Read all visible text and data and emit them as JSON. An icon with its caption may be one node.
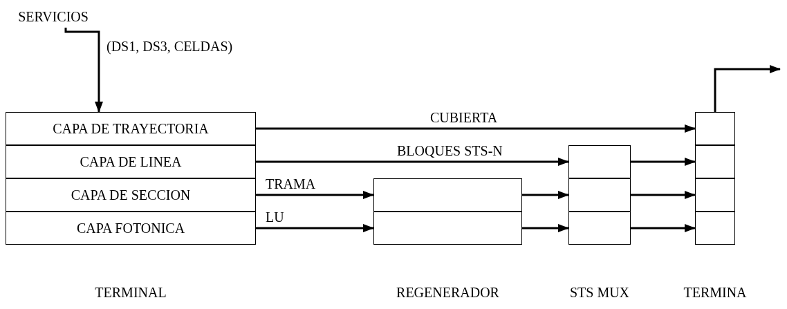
{
  "diagram": {
    "nodes": [
      {
        "text": [],
        "shape": "box",
        "beside": [
          "TERMINAL"
        ]
      },
      {
        "text": [
          "CAPA DE TRAYECTORIA"
        ],
        "in": 0
      },
      {
        "text": [
          "CAPA DE LINEA"
        ],
        "in": 0
      },
      {
        "text": [
          "CAPA DE SECCION"
        ],
        "in": 0
      },
      {
        "text": [
          "CAPA FOTONICA"
        ],
        "in": 0
      },
      {
        "text": [],
        "shape": "box",
        "beside": [
          "REGENERADOR"
        ]
      },
      {
        "text": [],
        "shape": "box",
        "in": 5
      },
      {
        "text": [],
        "shape": "box",
        "in": 5
      },
      {
        "text": [],
        "shape": "box",
        "beside": [
          "STS MUX"
        ]
      },
      {
        "text": [],
        "shape": "box",
        "in": 8
      },
      {
        "text": [],
        "shape": "box",
        "in": 8
      },
      {
        "text": [],
        "shape": "box",
        "in": 8
      },
      {
        "text": [],
        "shape": "box",
        "beside": [
          "TERMINA"
        ]
      },
      {
        "text": [],
        "shape": "box",
        "in": 12
      },
      {
        "text": [],
        "shape": "box",
        "in": 12
      },
      {
        "text": [],
        "shape": "box",
        "in": 12
      },
      {
        "text": [],
        "shape": "box",
        "in": 12
      },
      {
        "text": [
          "SERVICIOS"
        ]
      }
    ],
    "edges": [
      {
        "from": 17,
        "to": 1,
        "arrow": "to",
        "label": "(DS1, DS3, CELDAS)"
      },
      {
        "from": 1,
        "to": 13,
        "arrow": "to",
        "label": "CUBIERTA"
      },
      {
        "from": 2,
        "to": 9,
        "arrow": "to",
        "label": "BLOQUES STS-N"
      },
      {
        "from": 3,
        "to": 6,
        "arrow": "to",
        "label": "TRAMA"
      },
      {
        "from": 4,
        "to": 7,
        "arrow": "to",
        "label": "LU"
      },
      {
        "from": 6,
        "to": 10,
        "arrow": "to"
      },
      {
        "from": 7,
        "to": 11,
        "arrow": "to"
      },
      {
        "from": 9,
        "to": 14,
        "arrow": "to"
      },
      {
        "from": 10,
        "to": 15,
        "arrow": "to"
      },
      {
        "from": 11,
        "to": 16,
        "arrow": "to"
      },
      {
        "from": 13,
        "to": null,
        "arrow": "to"
      }
    ]
  }
}
